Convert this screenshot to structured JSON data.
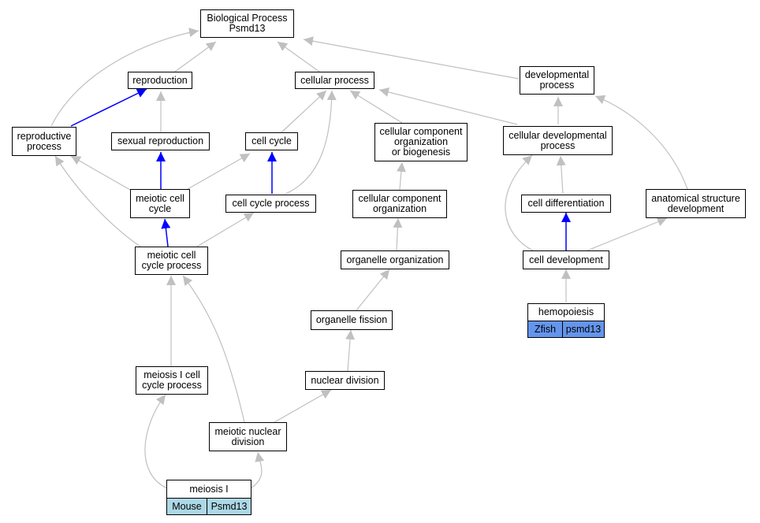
{
  "nodes": {
    "bp": [
      "Biological Process",
      "Psmd13"
    ],
    "reproduction": [
      "reproduction"
    ],
    "cellular_process": [
      "cellular process"
    ],
    "developmental_process": [
      "developmental",
      "process"
    ],
    "reproductive_process": [
      "reproductive",
      "process"
    ],
    "sexual_reproduction": [
      "sexual reproduction"
    ],
    "cell_cycle": [
      "cell cycle"
    ],
    "ccob": [
      "cellular component",
      "organization",
      "or biogenesis"
    ],
    "cellular_dev": [
      "cellular developmental",
      "process"
    ],
    "meiotic_cell_cycle": [
      "meiotic cell",
      "cycle"
    ],
    "cell_cycle_process": [
      "cell cycle process"
    ],
    "cco": [
      "cellular component",
      "organization"
    ],
    "cell_diff": [
      "cell differentiation"
    ],
    "anat_dev": [
      "anatomical structure",
      "development"
    ],
    "mccp": [
      "meiotic cell",
      "cycle process"
    ],
    "organelle_org": [
      "organelle organization"
    ],
    "cell_dev": [
      "cell development"
    ],
    "organelle_fission": [
      "organelle fission"
    ],
    "meiosis_i_ccp": [
      "meiosis I cell",
      "cycle process"
    ],
    "nuclear_division": [
      "nuclear division"
    ],
    "meiotic_nuclear_division": [
      "meiotic nuclear",
      "division"
    ]
  },
  "gene_nodes": {
    "hemopoiesis": {
      "term": "hemopoiesis",
      "species": "Zfish",
      "gene": "psmd13",
      "color": "#6495ed"
    },
    "meiosis_i": {
      "term": "meiosis I",
      "species": "Mouse",
      "gene": "Psmd13",
      "color": "#add8e6"
    }
  },
  "colors": {
    "edge_gray": "#c0c0c0",
    "edge_blue": "#0000ff"
  }
}
